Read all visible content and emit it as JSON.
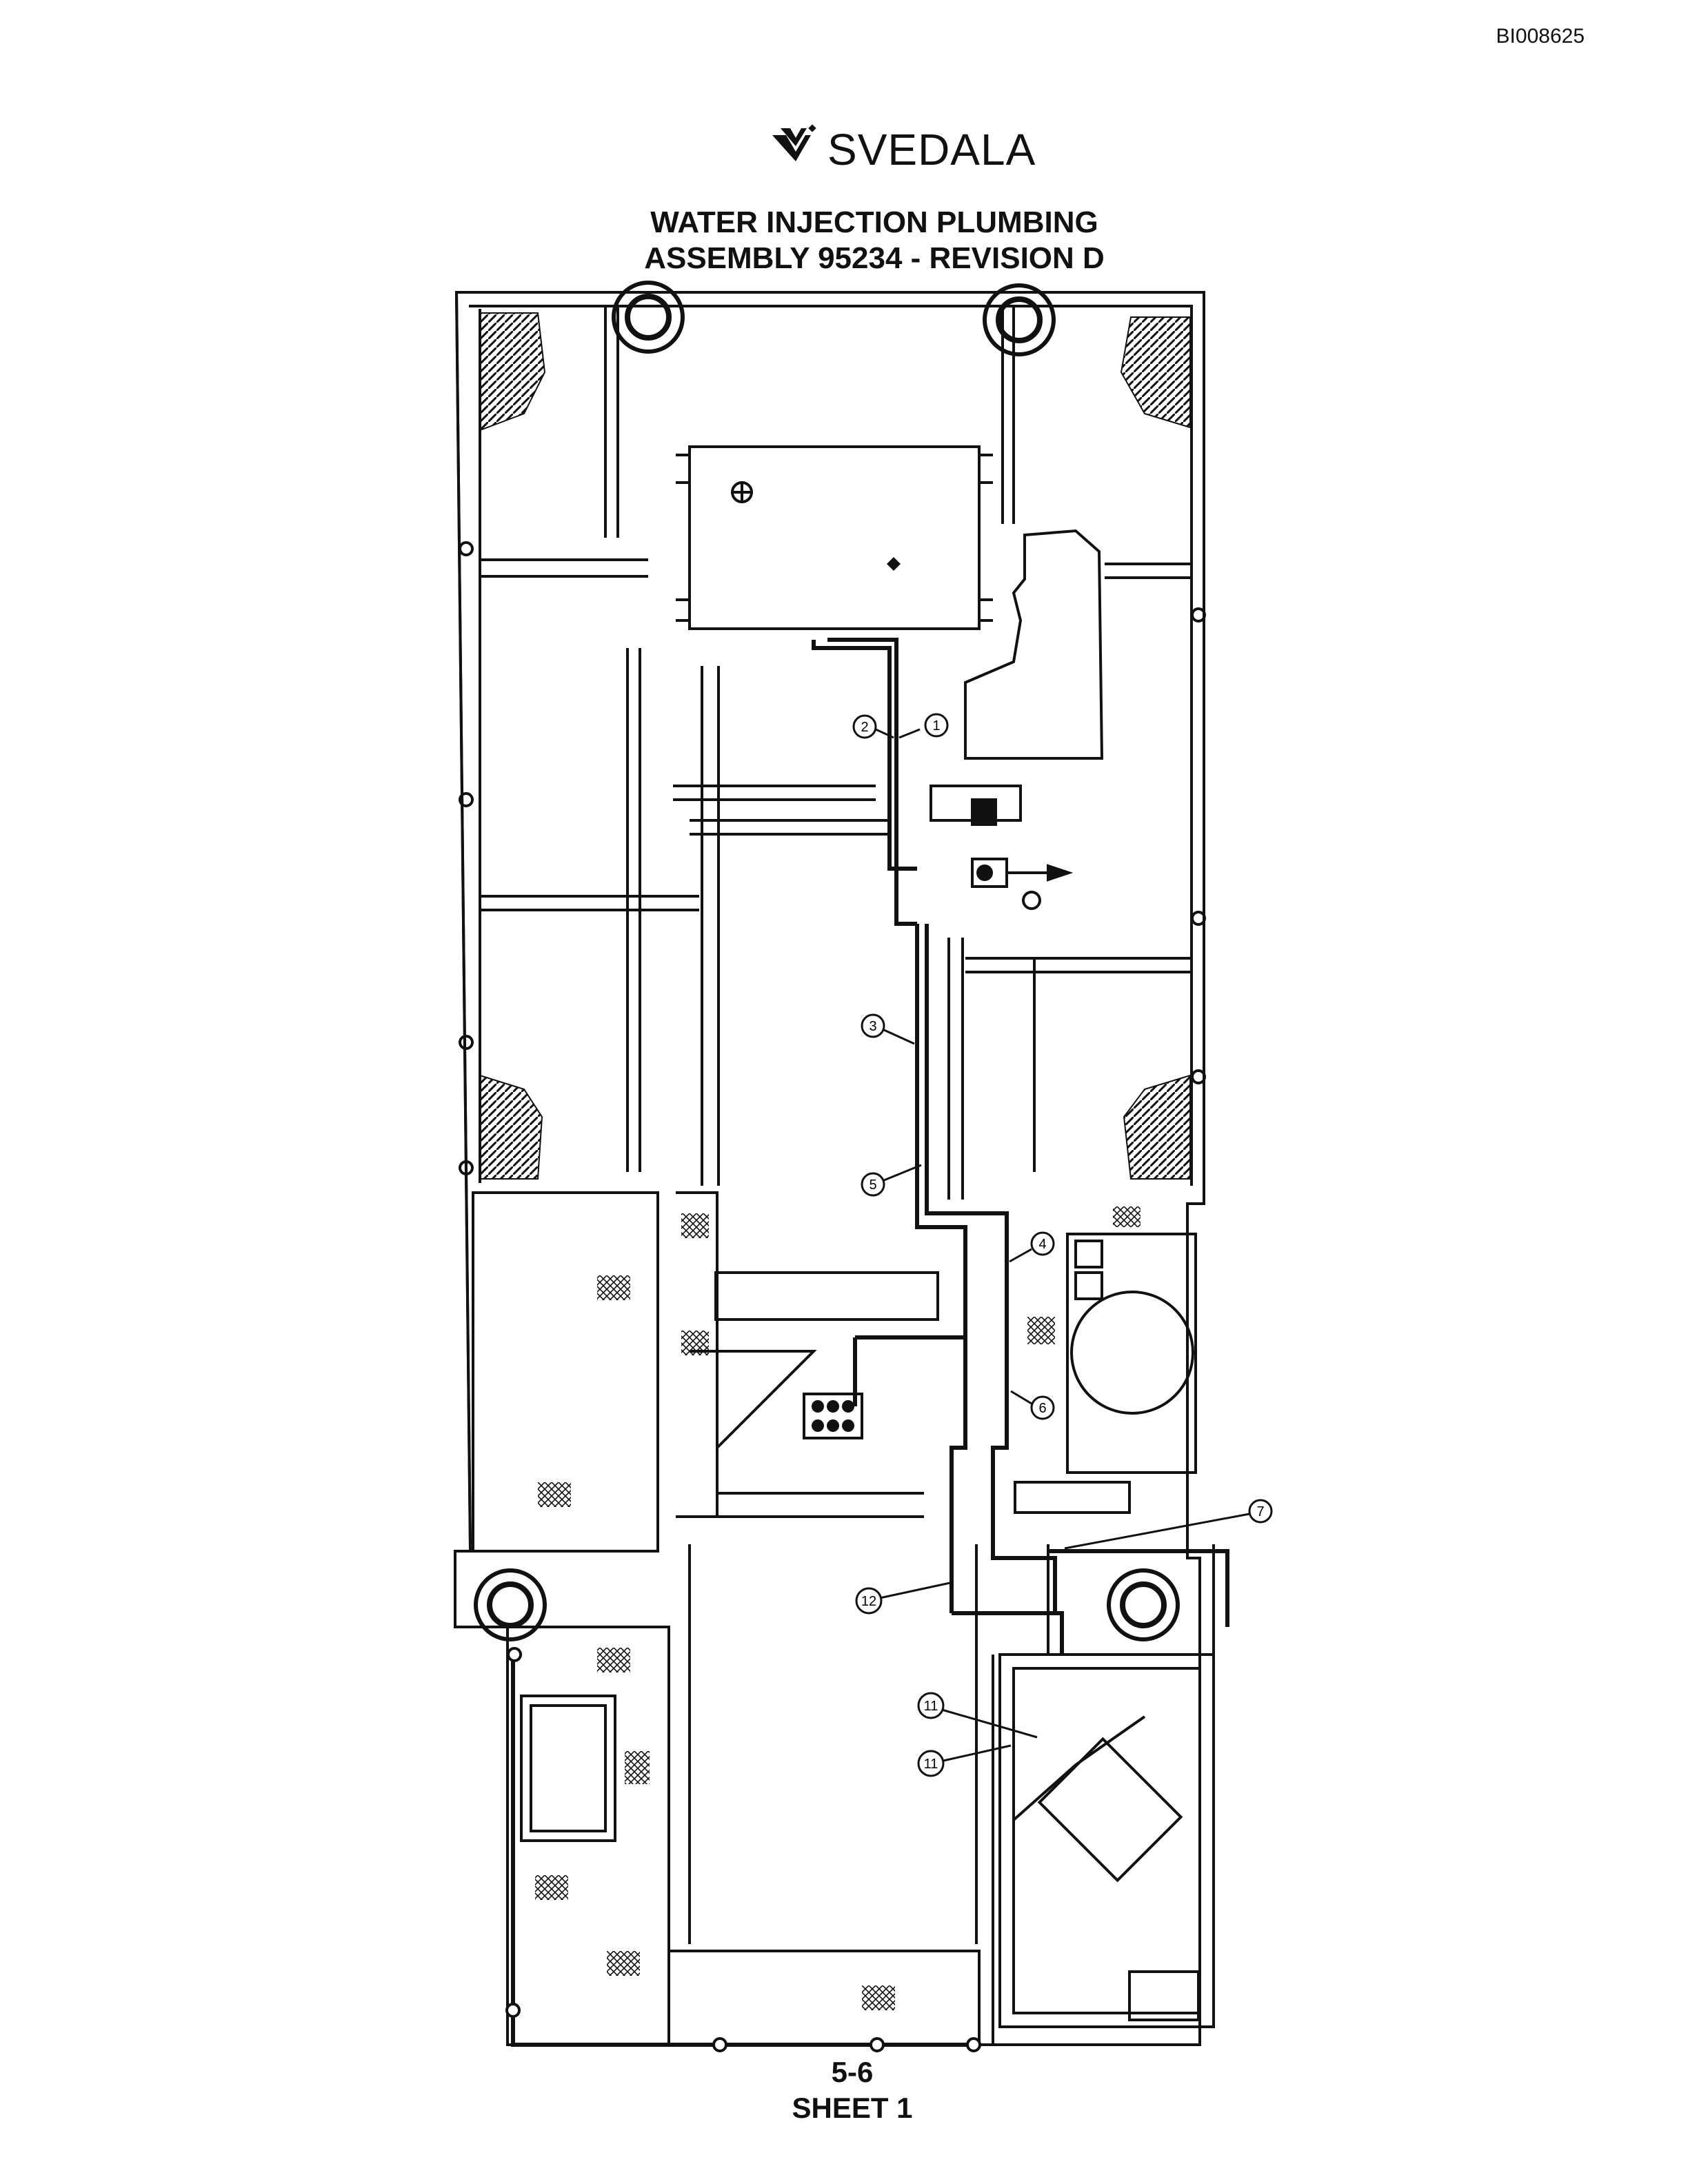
{
  "document_id": "BI008625",
  "logo": {
    "text": "SVEDALA",
    "mark": "svedala-chevron-logo"
  },
  "title": {
    "line1": "WATER INJECTION PLUMBING",
    "line2": "ASSEMBLY 95234 - REVISION D"
  },
  "callouts": [
    "1",
    "2",
    "3",
    "4",
    "5",
    "6",
    "7",
    "11",
    "11",
    "12"
  ],
  "footer": {
    "page": "5-6",
    "sheet": "SHEET 1"
  }
}
